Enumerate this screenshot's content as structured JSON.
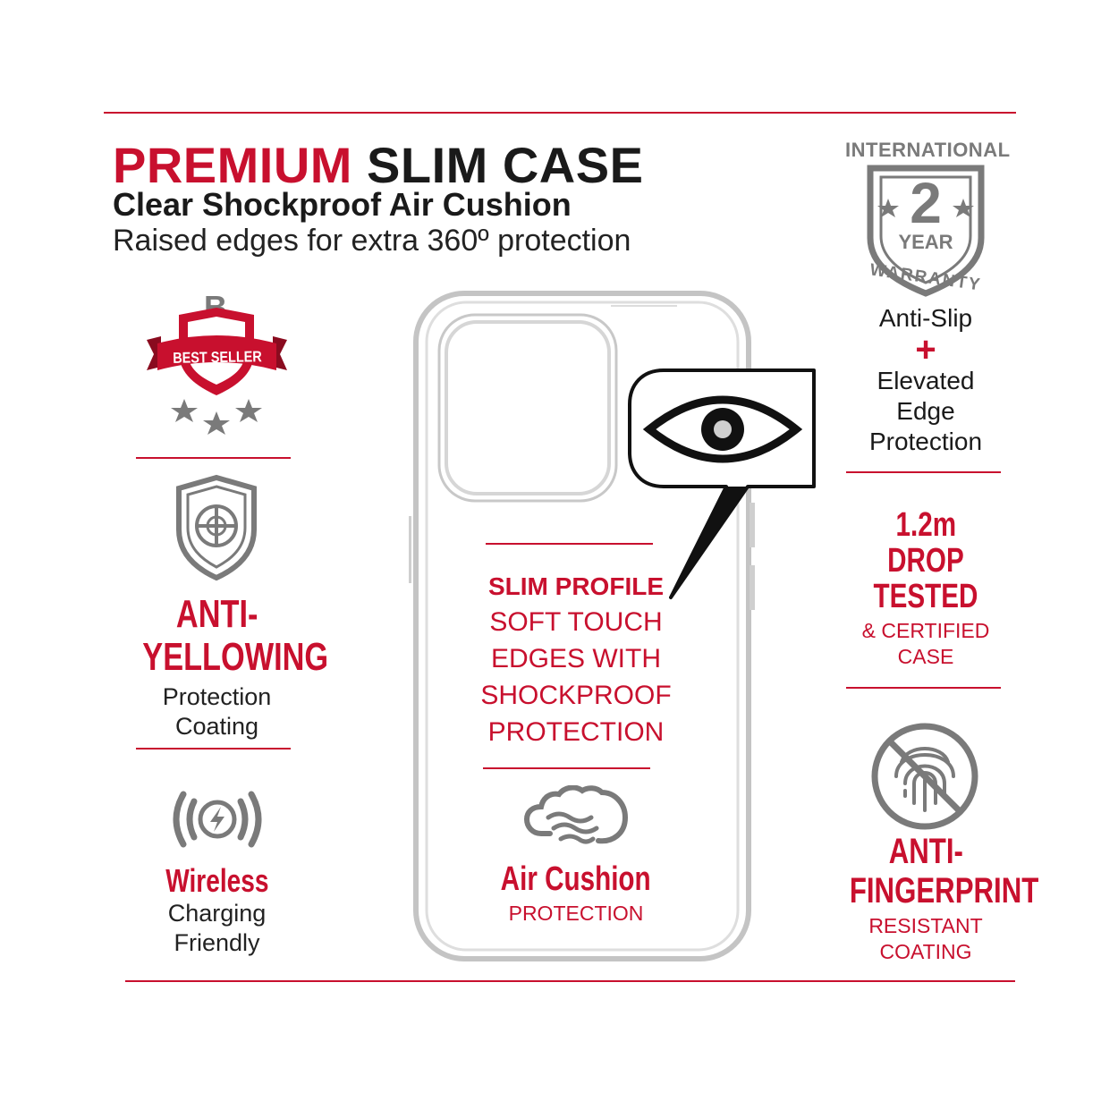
{
  "colors": {
    "brand_red": "#c8102e",
    "icon_gray": "#7a7a7a",
    "text_dark": "#1a1a1a"
  },
  "header": {
    "title_red": "PREMIUM",
    "title_dark": "SLIM CASE",
    "subtitle": "Clear Shockproof Air Cushion",
    "tagline": "Raised edges for extra 360º protection"
  },
  "warranty": {
    "top_text": "INTERNATIONAL",
    "number": "2",
    "unit": "YEAR",
    "arc_text": "WARRANTY",
    "icon": "warranty-shield-icon"
  },
  "best_seller": {
    "badge": "BEST SELLER",
    "icon": "best-seller-badge-icon"
  },
  "left_features": {
    "anti_yellowing": {
      "icon": "shield-icon",
      "title_1": "ANTI-",
      "title_2": "YELLOWING",
      "desc_1": "Protection",
      "desc_2": "Coating"
    },
    "wireless": {
      "icon": "wireless-charging-icon",
      "title": "Wireless",
      "desc_1": "Charging",
      "desc_2": "Friendly"
    }
  },
  "right_features": {
    "anti_slip": {
      "line_1": "Anti-Slip",
      "plus": "+",
      "line_2": "Elevated",
      "line_3": "Edge",
      "line_4": "Protection"
    },
    "drop": {
      "line_1": "1.2m",
      "line_2": "DROP",
      "line_3": "TESTED",
      "line_4": "& CERTIFIED",
      "line_5": "CASE"
    },
    "fingerprint": {
      "icon": "no-fingerprint-icon",
      "title_1": "ANTI-",
      "title_2": "FINGERPRINT",
      "desc_1": "RESISTANT",
      "desc_2": "COATING"
    }
  },
  "center": {
    "eye_icon": "eye-icon",
    "slim_title": "SLIM PROFILE",
    "slim_lines": [
      "SOFT TOUCH",
      "EDGES WITH",
      "SHOCKPROOF",
      "PROTECTION"
    ],
    "cushion_icon": "air-cushion-cloud-icon",
    "cushion_title": "Air Cushion",
    "cushion_desc": "PROTECTION"
  }
}
